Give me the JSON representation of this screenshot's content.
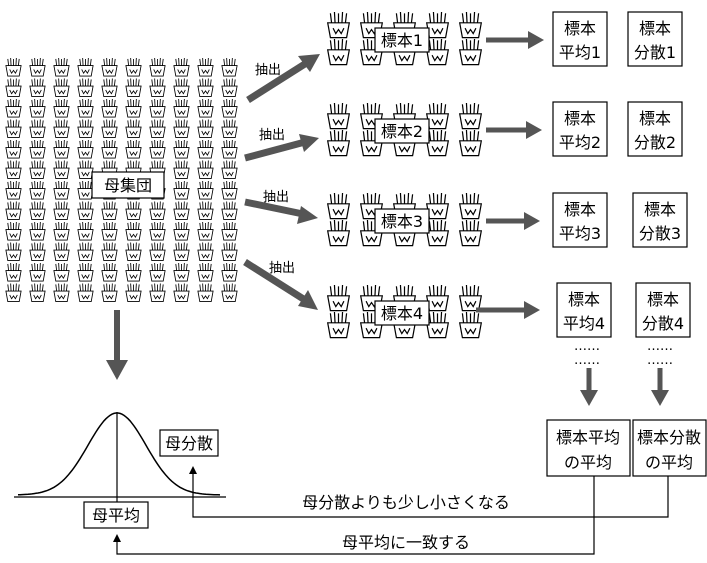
{
  "population": {
    "label": "母集団"
  },
  "extract_label": "抽出",
  "samples": [
    {
      "label": "標本1",
      "mean_line1": "標本",
      "mean_line2": "平均1",
      "var_line1": "標本",
      "var_line2": "分散1"
    },
    {
      "label": "標本2",
      "mean_line1": "標本",
      "mean_line2": "平均2",
      "var_line1": "標本",
      "var_line2": "分散2"
    },
    {
      "label": "標本3",
      "mean_line1": "標本",
      "mean_line2": "平均3",
      "var_line1": "標本",
      "var_line2": "分散3"
    },
    {
      "label": "標本4",
      "mean_line1": "標本",
      "mean_line2": "平均4",
      "var_line1": "標本",
      "var_line2": "分散4"
    }
  ],
  "ellipsis": "……",
  "mean_of_means": {
    "line1": "標本平均",
    "line2": "の平均"
  },
  "mean_of_vars": {
    "line1": "標本分散",
    "line2": "の平均"
  },
  "pop_variance": "母分散",
  "pop_mean": "母平均",
  "relation_variance": "母分散よりも少し小さくなる",
  "relation_mean": "母平均に一致する",
  "icon": "fries-cup-icon"
}
